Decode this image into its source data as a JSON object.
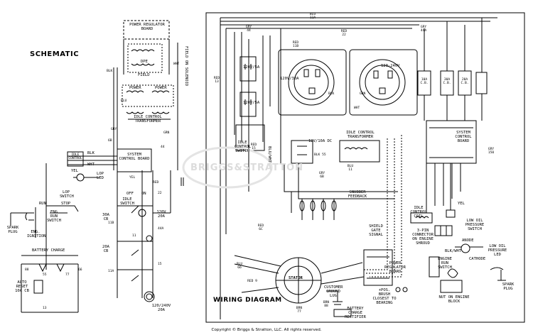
{
  "schematic": {
    "title": "SCHEMATIC",
    "vertical_note": "FIELD ON SOLENOID",
    "components": {
      "power_regulator_board": "POWER REGULATOR BOARD",
      "field": "FIELD",
      "dpe": "DPE",
      "power_left": "POWER",
      "power_right": "POWER",
      "idle_control_transformer": "IDLE CONTROL TRANSFORMER",
      "system_control_board": "SYSTEM CONTROL BOARD",
      "idle_control": "IDLE CONTROL",
      "low_oil_led": "LOP LED",
      "lop_switch": "LOP SWITCH",
      "eng_run_switch": "ENG RUN SWITCH",
      "run": "RUN",
      "stop": "STOP",
      "spark_plug": "SPARK PLUG",
      "eng_ignition": "ENG. IGNITION",
      "battery_charge": "BATTERY CHARGE",
      "auto_reset": "AUTO RESET 10A CB",
      "idle_switch": "IDLE SWITCH",
      "off": "OFF",
      "on": "ON",
      "outlet_120v_20a": "120V 20A",
      "outlet_120_240v": "120/240V 20A",
      "cb_30a": "30A CB",
      "cb_20a": "20A CB",
      "yel": "YEL",
      "blk": "BLK",
      "wht": "WHT"
    },
    "wire_labels": [
      "BLK",
      "WHT",
      "GRY",
      "GRN",
      "YEL",
      "BLU",
      "RED",
      "11B",
      "11A",
      "22",
      "44",
      "44A",
      "6B",
      "55",
      "77",
      "11",
      "88",
      "13",
      "66",
      "15"
    ]
  },
  "wiring": {
    "title": "WIRING DIAGRAM",
    "components": {
      "receptacle_120v_30a": "120V/30A",
      "receptacle_120_240v": "120-240V",
      "receptacle_120v_5a_top": "120V/5A",
      "receptacle_120v_5a_bot": "120V/5A",
      "dc_12v_10a": "12V/10A DC",
      "idle_control_switch": "IDLE CONTROL SWITCH",
      "idle_control_transformer": "IDLE CONTROL TRANSFORMER",
      "system_control_board": "SYSTEM CONTROL BOARD",
      "snubber_feedback": "SNUBBER FEEDBACK",
      "shield_gate_signal": "SHIELD GATE SIGNAL",
      "idle_control_coil": "IDLE CONTROL COIL",
      "three_pin_connector": "3-PIN CONNECTOR ON ENGINE SHROUD",
      "low_oil_pressure_switch": "LOW OIL PRESSURE SWITCH",
      "low_oil_pressure_led": "LOW OIL PRESSURE LED",
      "anode": "ANODE",
      "cathode": "CATHODE",
      "blk_wht": "BLK/WHT",
      "engine_run_switch": "ENGINE RUN SWITCH",
      "power_regulator_board": "POWER REGULATOR BOARD",
      "stator": "STATOR",
      "customer_ground_lug": "CUSTOMER GROUND LUG",
      "battery_charge_rectifier": "BATTERY CHARGE RECTIFIER",
      "pos_brush": "+POS. BRUSH CLOSEST TO BEARING",
      "nut_on_engine_block": "NUT ON ENGINE BLOCK",
      "spark_plug": "SPARK PLUG",
      "cb_10a": "10A C.B.",
      "cb_30a": "30A C.B.",
      "cb_20a": "20A C.B.",
      "yel": "YEL"
    },
    "wire_labels": [
      "BLU 11A",
      "RED 11B",
      "RED 22",
      "GRY 44",
      "GRY 44A",
      "GRN",
      "BLK",
      "WHT",
      "BLU/WHT",
      "RED 13",
      "RED 15",
      "GRY 6B",
      "BLK 55",
      "BLU 11",
      "RED 6C",
      "BRN 77",
      "BRN 88",
      "RED 9",
      "BLU 66",
      "GRY 150"
    ]
  },
  "watermark": "BRIGGS&STRATTON",
  "copyright": "Copyright © Briggs & Stratton, LLC. All rights reserved."
}
